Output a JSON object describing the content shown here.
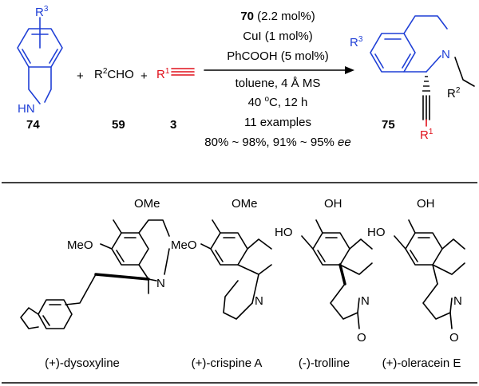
{
  "reaction": {
    "reactant_amine": {
      "substituent": "R",
      "substituent_sup": "3",
      "nh": "HN",
      "number": "74"
    },
    "plus": "+",
    "reactant_aldehyde": {
      "prefix": "R",
      "sup": "2",
      "suffix": "CHO",
      "number": "59"
    },
    "reactant_alkyne": {
      "prefix": "R",
      "sup": "1",
      "number": "3"
    },
    "conditions": {
      "catalyst_number": "70",
      "catalyst_loading": " (2.2 mol%)",
      "cu": "CuI (1 mol%)",
      "acid": "PhCOOH (5 mol%)",
      "solvent": "toluene, 4 Å MS",
      "temp_prefix": "40 ",
      "temp_sup": "o",
      "temp_suffix": "C, 12 h",
      "examples": "11 examples",
      "yield_text": "80% ~ 98%, 91% ~ 95% ",
      "ee": "ee"
    },
    "product": {
      "r3": "R",
      "r3_sup": "3",
      "n": "N",
      "r2": "R",
      "r2_sup": "2",
      "r1": "R",
      "r1_sup": "1",
      "number": "75"
    }
  },
  "natural_products": [
    {
      "name": "(+)-dysoxyline",
      "groups": [
        "OMe",
        "MeO",
        "N"
      ]
    },
    {
      "name": "(+)-crispine A",
      "groups": [
        "OMe",
        "MeO",
        "N"
      ]
    },
    {
      "name": "(-)-trolline",
      "groups": [
        "OH",
        "HO",
        "N",
        "O"
      ]
    },
    {
      "name": "(+)-oleracein E",
      "groups": [
        "OH",
        "HO",
        "N",
        "O"
      ]
    }
  ],
  "colors": {
    "blue": "#1f3fd6",
    "red": "#e0111b"
  }
}
